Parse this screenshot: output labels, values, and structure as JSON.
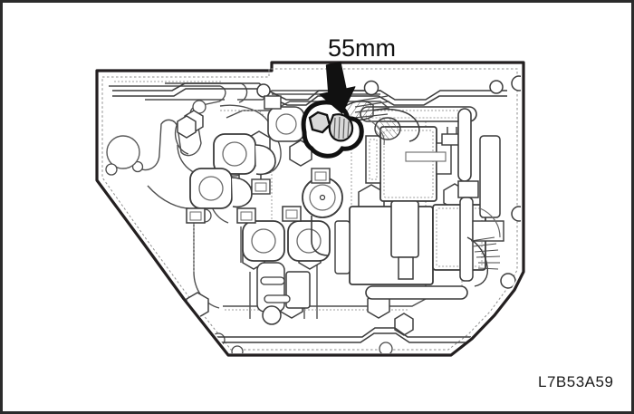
{
  "figure": {
    "kind": "technical-line-drawing",
    "subject": "automatic transmission valve body assembly",
    "callout_label": "55mm",
    "figure_id": "L7B53A59",
    "background_color": "#ffffff",
    "border_color": "#2b2b2b",
    "line_color": "#231f20",
    "light_line_color": "#6f6f6f",
    "hairline_color": "#9a9a9a",
    "shade_fill": "#d9d9d9",
    "arrow_color": "#111111"
  },
  "annotations": [
    {
      "name": "bolt-size-callout",
      "text": "55mm",
      "points_to": "highlighted-hex-bolt",
      "arrow_direction": "down"
    },
    {
      "name": "drawing-number",
      "text": "L7B53A59"
    }
  ],
  "chart_data": {
    "type": "diagram",
    "title": "55mm",
    "annotations": [
      "55mm",
      "L7B53A59"
    ]
  }
}
